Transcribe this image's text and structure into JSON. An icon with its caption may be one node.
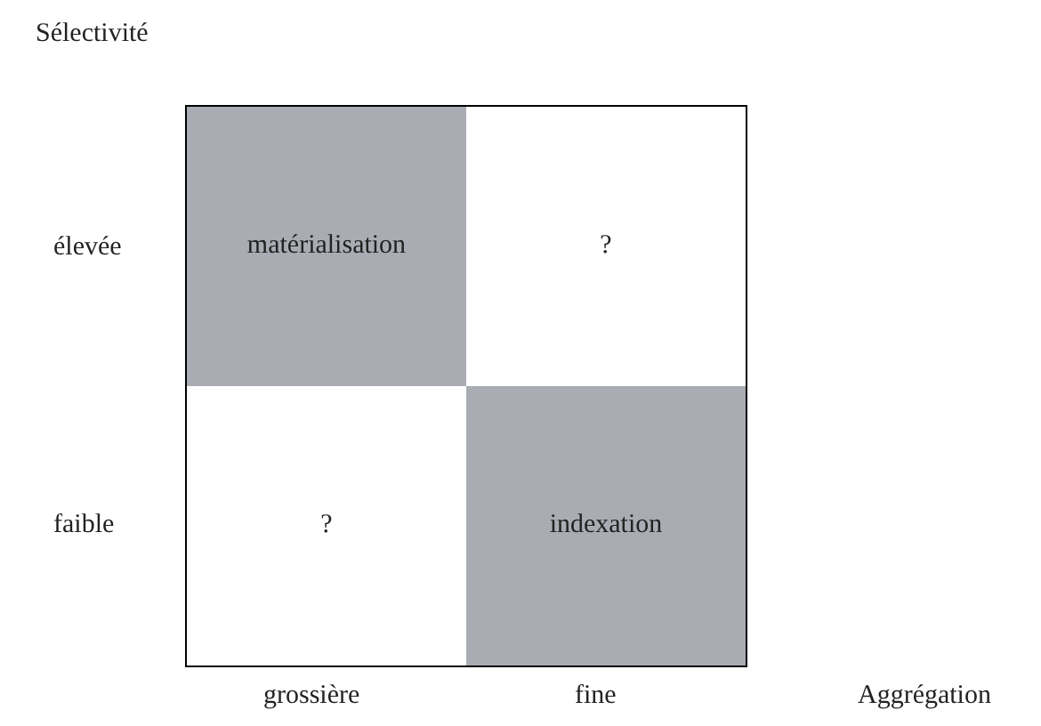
{
  "diagram": {
    "nodes": [
      {
        "text": [],
        "shape": "box"
      },
      {
        "text": [
          "matérialisation"
        ],
        "in": 0
      },
      {
        "text": [
          "?"
        ],
        "in": 0
      },
      {
        "text": [
          "?"
        ],
        "in": 0
      },
      {
        "text": [
          "indexation"
        ],
        "in": 0
      }
    ],
    "labels": [
      "Sélectivité",
      "élevée",
      "faible",
      "grossière",
      "fine",
      "Aggrégation"
    ]
  }
}
